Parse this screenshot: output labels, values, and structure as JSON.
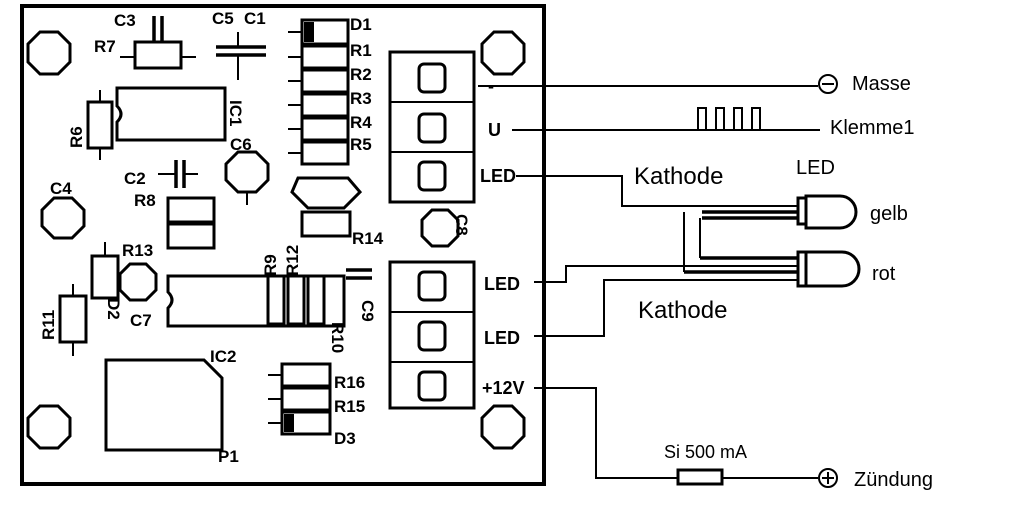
{
  "components": {
    "c3": "C3",
    "r7": "R7",
    "c5": "C5",
    "c1": "C1",
    "d1": "D1",
    "r1": "R1",
    "r2": "R2",
    "r3": "R3",
    "r4": "R4",
    "r5": "R5",
    "r6": "R6",
    "ic1": "IC1",
    "c6": "C6",
    "c2": "C2",
    "r8": "R8",
    "c4": "C4",
    "r13": "R13",
    "r14": "R14",
    "c8": "C8",
    "r9": "R9",
    "r12": "R12",
    "c9": "C9",
    "d2": "D2",
    "c7": "C7",
    "r11": "R11",
    "r10": "R10",
    "ic2": "IC2",
    "r16": "R16",
    "r15": "R15",
    "d3": "D3",
    "p1": "P1"
  },
  "terminals": {
    "minus": "-",
    "u": "U",
    "led1": "LED",
    "led2": "LED",
    "led3": "LED",
    "plus12v": "+12V"
  },
  "external": {
    "masse": "Masse",
    "klemme": "Klemme1",
    "kathode_top": "Kathode",
    "led_title": "LED",
    "gelb": "gelb",
    "rot": "rot",
    "kathode_bottom": "Kathode",
    "fuse": "Si 500 mA",
    "zuendung": "Zündung"
  }
}
